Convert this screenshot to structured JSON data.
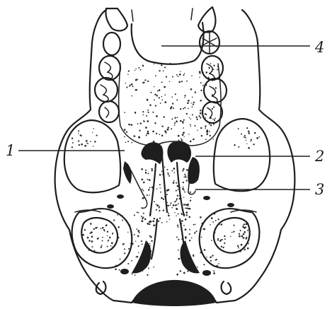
{
  "labels": {
    "l1": "1",
    "l2": "2",
    "l3": "3",
    "l4": "4"
  },
  "colors": {
    "ink": "#1e1e1e",
    "background": "#ffffff"
  }
}
